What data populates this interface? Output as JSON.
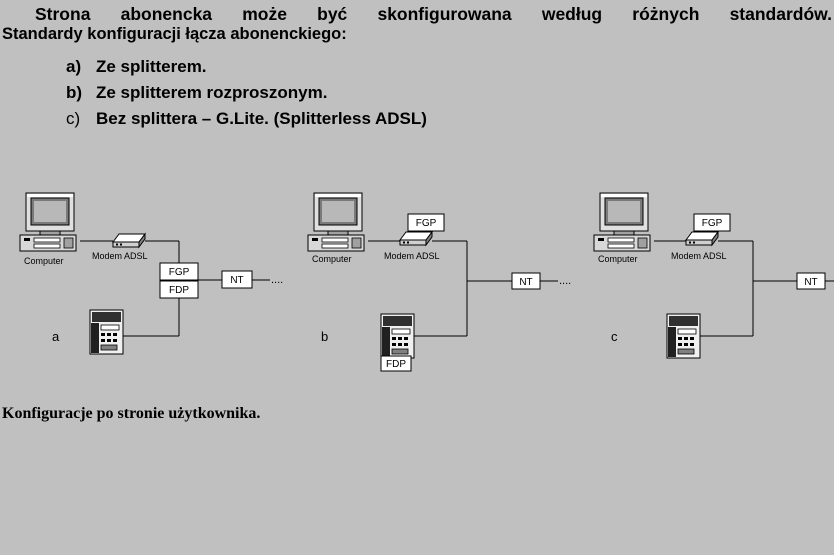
{
  "intro": {
    "line1": "Strona abonencka może być skonfigurowana według różnych standardów.",
    "line2": "Standardy konfiguracji łącza abonenckiego:"
  },
  "options": [
    {
      "letter": "a)",
      "text": "Ze splitterem."
    },
    {
      "letter": "b)",
      "text": "Ze splitterem rozproszonym."
    },
    {
      "letter": "c)",
      "text": "Bez splittera – G.Lite. (Splitterless ADSL)"
    }
  ],
  "diagram": {
    "computer_label": "Computer",
    "modem_label": "Modem ADSL",
    "fgp": "FGP",
    "fdp": "FDP",
    "nt": "NT",
    "dots": "....",
    "variant_labels": [
      "a",
      "b",
      "c"
    ]
  },
  "caption": "Konfiguracje po stronie użytkownika.",
  "colors": {
    "background": "#c0c0c0",
    "box_fill": "#ffffff",
    "line": "#000000"
  }
}
